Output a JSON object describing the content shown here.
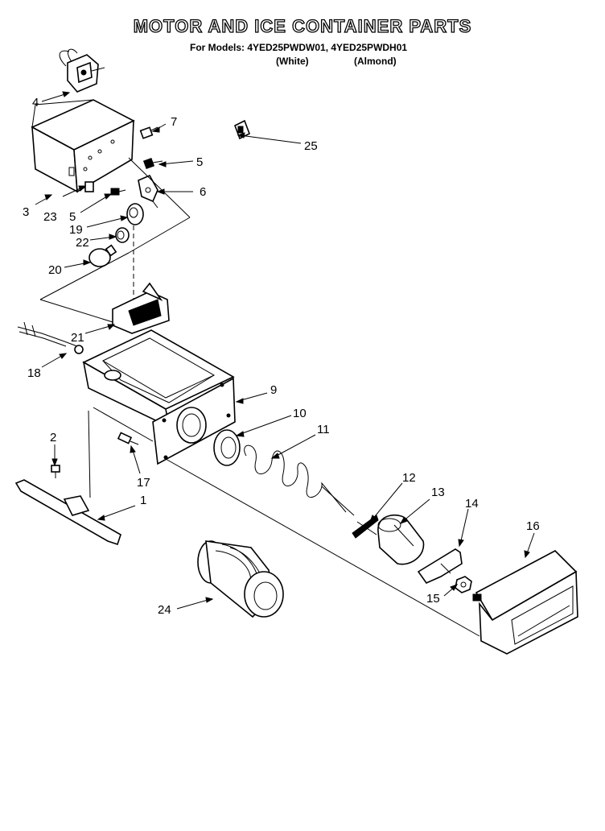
{
  "header": {
    "title": "MOTOR AND ICE CONTAINER PARTS",
    "models_line": "For Models: 4YED25PWDW01, 4YED25PWDH01",
    "variant_white": "(White)",
    "variant_almond": "(Almond)"
  },
  "callouts": {
    "c1": "1",
    "c2": "2",
    "c3": "3",
    "c4": "4",
    "c5a": "5",
    "c5b": "5",
    "c6": "6",
    "c7": "7",
    "c9": "9",
    "c10": "10",
    "c11": "11",
    "c12": "12",
    "c13": "13",
    "c14": "14",
    "c15": "15",
    "c16": "16",
    "c17": "17",
    "c18": "18",
    "c19": "19",
    "c20": "20",
    "c21": "21",
    "c22": "22",
    "c23": "23",
    "c24": "24",
    "c25": "25"
  }
}
